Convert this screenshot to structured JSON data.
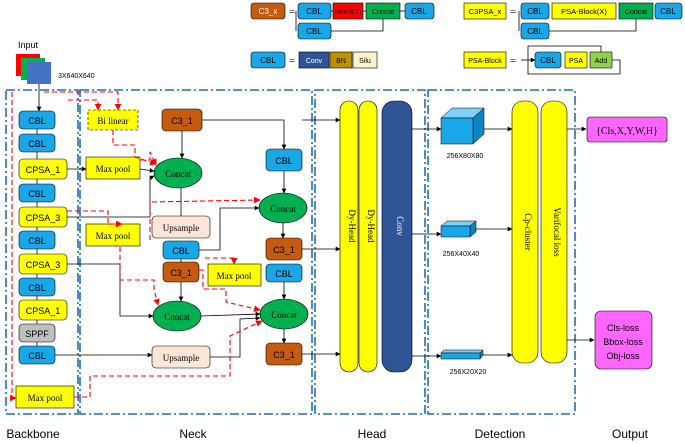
{
  "input": {
    "label": "Input",
    "size": "3X640X640"
  },
  "legend": {
    "c3x": {
      "name": "C3_x",
      "eq": "=",
      "cbl1": "CBL",
      "block": "Block(X)",
      "concat": "Concat",
      "cbl2": "CBL",
      "cbl3": "CBL"
    },
    "cbl": {
      "name": "CBL",
      "eq": "=",
      "conv": "Conv",
      "bn": "BN",
      "silu": "Silu"
    },
    "c3psa": {
      "name": "C3PSA_x",
      "eq": "=",
      "cbl1": "CBL",
      "block": "PSA-Block(X)",
      "concat": "Concat",
      "cbl2": "CBL",
      "cbl3": "CBL"
    },
    "psa": {
      "name": "PSA-Block",
      "eq": "=",
      "cbl": "CBL",
      "psa": "PSA",
      "add": "Add"
    }
  },
  "backbone": {
    "cbl1": "CBL",
    "cbl2": "CBL",
    "cpsa1": "CPSA_1",
    "cbl3": "CBL",
    "cpsa3a": "CPSA_3",
    "cbl4": "CBL",
    "cpsa3b": "CPSA_3",
    "cbl5": "CBL",
    "cpsa1b": "CPSA_1",
    "sppf": "SPPF",
    "cbl6": "CBL"
  },
  "neck": {
    "bilinear": "Bi linear",
    "maxpool1": "Max pool",
    "maxpool2": "Max pool",
    "maxpool3": "Max pool",
    "maxpool4": "Max pool",
    "c3_top": "C3_1",
    "concat1": "Concat",
    "upsample1": "Upsample",
    "cbl_up": "CBL",
    "c3_mid": "C3_1",
    "concat2": "Concat",
    "upsample2": "Upsample",
    "cbl_r1": "CBL",
    "concat3": "Concat",
    "c3_r1": "C3_1",
    "cbl_r2": "CBL",
    "concat4": "Concat",
    "c3_r2": "C3_1"
  },
  "head": {
    "dyhead1": "Dy-Head",
    "dyhead2": "Dy-Head",
    "conv": "Conv"
  },
  "detection": {
    "f1": "256X80X80",
    "f2": "256X40X40",
    "f3": "256X20X20",
    "cp": "Cp-cluster",
    "vf": "Varifocal loss"
  },
  "output": {
    "top": "{Cls,X,Y,W,H}",
    "loss1": "Cls-loss",
    "loss2": "Bbox-loss",
    "loss3": "Obj-loss"
  },
  "sections": {
    "backbone": "Backbone",
    "neck": "Neck",
    "head": "Head",
    "detection": "Detection",
    "output": "Output"
  },
  "colors": {
    "cbl": "#1aa7e8",
    "cpsa": "#ffff00",
    "c3": "#c55a11",
    "concat": "#00b050",
    "upsample": "#fbe5d6",
    "sppf": "#bfbfbf",
    "conv": "#2f5597",
    "block_red": "#ff0000",
    "bn": "#bf9000",
    "silu": "#fff2cc",
    "psa_add": "#92d050",
    "output": "#ff66ff",
    "section_border": "#1f6fb5",
    "dashed": "#ff0000"
  }
}
